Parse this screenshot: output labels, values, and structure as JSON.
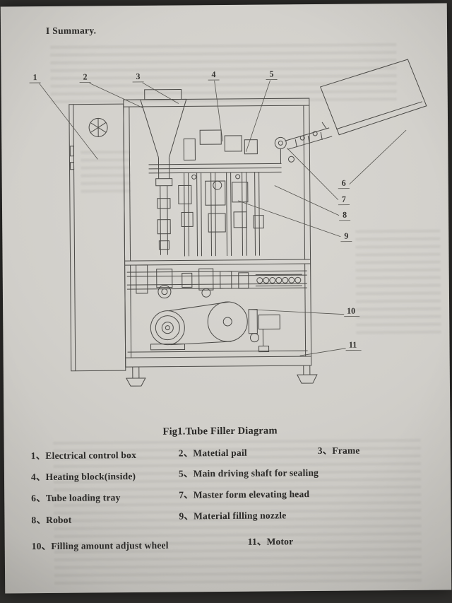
{
  "page": {
    "heading": "I Summary.",
    "figure_caption": "Fig1.Tube Filler Diagram"
  },
  "diagram": {
    "description": "tube filler machine line drawing",
    "callouts": [
      "1",
      "2",
      "3",
      "4",
      "5",
      "6",
      "7",
      "8",
      "9",
      "10",
      "11"
    ]
  },
  "legend": {
    "items": [
      "1、Electrical control box",
      "2、Matetial pail",
      "3、Frame",
      "4、Heating block(inside)",
      "5、Main driving shaft for sealing",
      "6、Tube loading tray",
      "7、Master form elevating head",
      "8、Robot",
      "9、Material filling nozzle",
      "10、Filling amount adjust wheel",
      "11、Motor"
    ]
  },
  "colors": {
    "paper": "#d1cfca",
    "ink": "#4b4a47",
    "text": "#2b2a28"
  }
}
